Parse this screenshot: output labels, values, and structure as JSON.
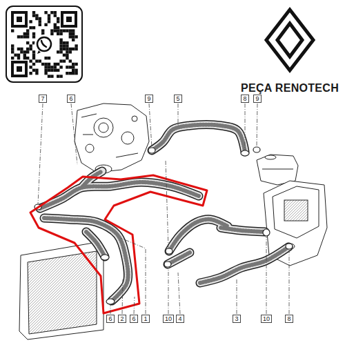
{
  "diagram": {
    "labels": [
      "PEÇA RENOTECH",
      "7",
      "6",
      "9",
      "5",
      "8",
      "9",
      "6",
      "2",
      "6",
      "1",
      "10",
      "4",
      "3",
      "10",
      "8"
    ]
  }
}
